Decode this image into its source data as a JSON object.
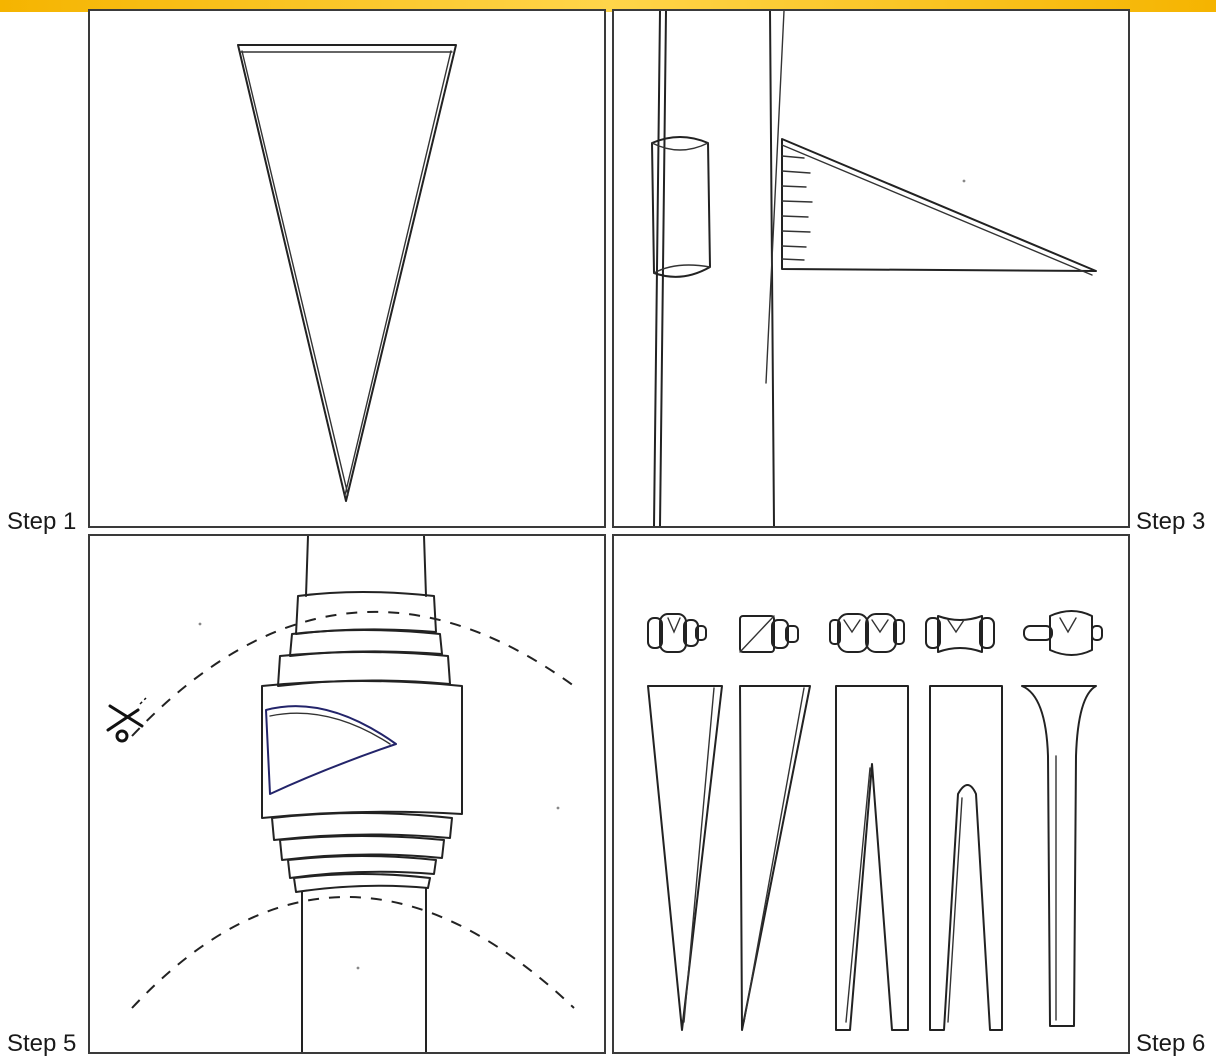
{
  "banner": {
    "color_start": "#f5b400",
    "color_end": "#ffd54a"
  },
  "steps": [
    {
      "label": "Step 1"
    },
    {
      "label": "Step 3"
    },
    {
      "label": "Step 5"
    },
    {
      "label": "Step 6"
    }
  ],
  "icons": {
    "scissors": "scissors-icon"
  },
  "colors": {
    "frame": "#3a3a3a",
    "ink": "#222222",
    "accent_outline": "#23246a"
  }
}
